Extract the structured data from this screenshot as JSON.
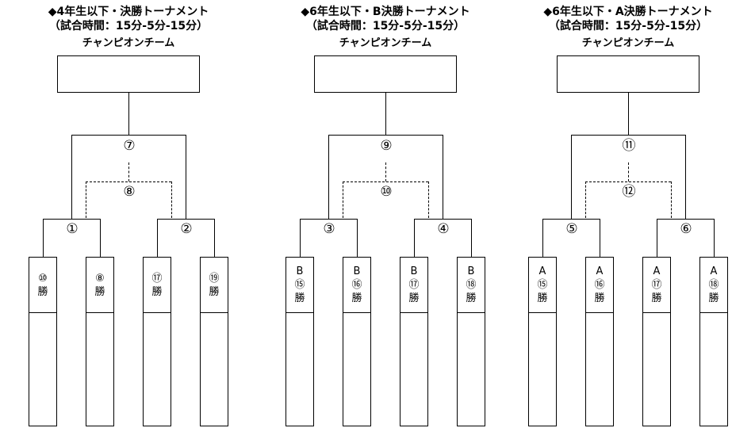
{
  "brackets": [
    {
      "title_line1": "◆4年生以下・決勝トーナメント",
      "title_line2": "（試合時間：15分-5分-15分）",
      "champion_label": "チャンピオンチーム",
      "final_match": "⑦",
      "third_place_match": "⑧",
      "semis": [
        "①",
        "②"
      ],
      "seeds": [
        {
          "group": "",
          "seed": "⑩",
          "suffix": "勝"
        },
        {
          "group": "",
          "seed": "⑧",
          "suffix": "勝"
        },
        {
          "group": "",
          "seed": "⑰",
          "suffix": "勝"
        },
        {
          "group": "",
          "seed": "⑲",
          "suffix": "勝"
        }
      ]
    },
    {
      "title_line1": "◆6年生以下・B決勝トーナメント",
      "title_line2": "（試合時間：15分-5分-15分）",
      "champion_label": "チャンピオンチーム",
      "final_match": "⑨",
      "third_place_match": "⑩",
      "semis": [
        "③",
        "④"
      ],
      "seeds": [
        {
          "group": "B",
          "seed": "⑮",
          "suffix": "勝"
        },
        {
          "group": "B",
          "seed": "⑯",
          "suffix": "勝"
        },
        {
          "group": "B",
          "seed": "⑰",
          "suffix": "勝"
        },
        {
          "group": "B",
          "seed": "⑱",
          "suffix": "勝"
        }
      ]
    },
    {
      "title_line1": "◆6年生以下・A決勝トーナメント",
      "title_line2": "（試合時間：15分-5分-15分）",
      "champion_label": "チャンピオンチーム",
      "final_match": "⑪",
      "third_place_match": "⑫",
      "semis": [
        "⑤",
        "⑥"
      ],
      "seeds": [
        {
          "group": "A",
          "seed": "⑮",
          "suffix": "勝"
        },
        {
          "group": "A",
          "seed": "⑯",
          "suffix": "勝"
        },
        {
          "group": "A",
          "seed": "⑰",
          "suffix": "勝"
        },
        {
          "group": "A",
          "seed": "⑱",
          "suffix": "勝"
        }
      ]
    }
  ]
}
